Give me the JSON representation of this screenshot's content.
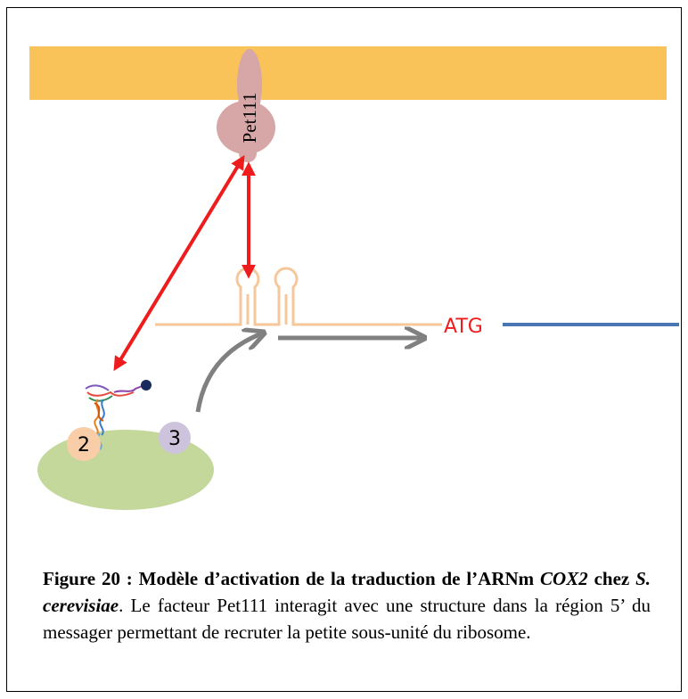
{
  "diagram": {
    "pet111_label": "Pet111",
    "atg_label": "ATG",
    "factor2_label": "2",
    "factor3_label": "3",
    "colors": {
      "membrane": "#FAC35A",
      "pet111": "#D7A6A6",
      "mrna_5utr": "#F6C79A",
      "mrna_coding": "#4A77B4",
      "interaction_arrow": "#EE1C1C",
      "scanning_arrow": "#808080",
      "ribosome": "#C4D89C",
      "factor2": "#F9CDA8",
      "factor3": "#CEC3DC"
    }
  },
  "caption": {
    "figure_number": "Figure 20 : Modèle d’activation de la traduction de l’ARNm ",
    "gene": "COX2",
    "chez": " chez ",
    "species": "S. cerevisiae",
    "body": ". Le facteur Pet111 interagit avec une structure dans la région 5’ du messager permettant de recruter la petite sous-unité du ribosome."
  }
}
